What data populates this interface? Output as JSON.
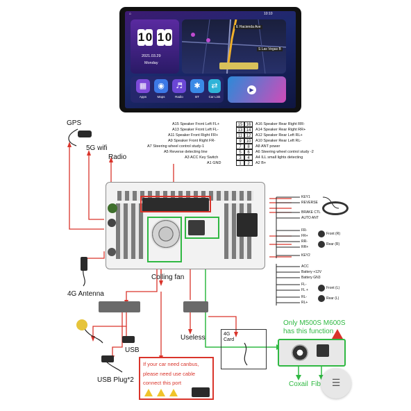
{
  "tablet": {
    "clock": {
      "d1": "1",
      "d2": "0",
      "d3": "1",
      "d4": "0"
    },
    "date": "2021.03.29",
    "weekday": "Monday",
    "status_time": "10:10",
    "map_street_top": "E Hacienda Ave",
    "map_street_right": "S Las Vegas B",
    "apps": [
      {
        "label": "Apps",
        "icon": "apps-icon",
        "color": "#7d4ad8"
      },
      {
        "label": "Maps",
        "icon": "maps-icon",
        "color": "#3c78e6"
      },
      {
        "label": "Radio",
        "icon": "radio-icon",
        "color": "#6b47d6"
      },
      {
        "label": "BT",
        "icon": "bluetooth-icon",
        "color": "#3a8ae6"
      },
      {
        "label": "Car Link",
        "icon": "car-link-icon",
        "color": "#2fb3d8"
      }
    ]
  },
  "pinout": {
    "left": [
      {
        "text": "A15  Speaker Front Left FL+",
        "pin": "15"
      },
      {
        "text": "A13  Speaker Front Left FL-",
        "pin": "13"
      },
      {
        "text": "A11  Speaker Front Right FR+",
        "pin": "11"
      },
      {
        "text": "A9   Speaker Front Right FR-",
        "pin": "9"
      },
      {
        "text": "A7  Steering wheel control study-1",
        "pin": "7"
      },
      {
        "text": "A5   Reverse detecting line",
        "pin": "5"
      },
      {
        "text": "A3  ACC Key Switch",
        "pin": "3"
      },
      {
        "text": "A1  GND",
        "pin": "1"
      }
    ],
    "right": [
      {
        "text": "A16  Speaker Rear Right RR-",
        "pin": "16"
      },
      {
        "text": "A14  Speaker Rear Right RR+",
        "pin": "14"
      },
      {
        "text": "A12  Speaker Rear Left RL+",
        "pin": "12"
      },
      {
        "text": "A10  Speaker Rear Left RL-",
        "pin": "10"
      },
      {
        "text": "A8   ANT power",
        "pin": "8"
      },
      {
        "text": "A6   Steering wheel control study -2",
        "pin": "6"
      },
      {
        "text": "A4   ILL small lights detecting",
        "pin": "4"
      },
      {
        "text": "A2   B+",
        "pin": "2"
      }
    ]
  },
  "labels": {
    "gps": "GPS",
    "wifi": "5G wifi",
    "radio": "Radio",
    "antenna": "4G Antenna",
    "fan": "Colling fan",
    "useless": "Useless",
    "card_top": "4G",
    "card_bottom": "Card",
    "usb": "USB",
    "usb_plug": "USB Plug*2",
    "only_line1": "Only M500S M600S",
    "only_line2": "has this function",
    "coaxial": "Coxail",
    "fiber": "Fib"
  },
  "right_wires": {
    "top": [
      "KEY1",
      "REVERSE",
      "BRAKE CTL",
      "AUTO ANT",
      "FR-",
      "FR+",
      "RR-",
      "RR+",
      "KEY2"
    ],
    "front_right_tag": "Front (R)",
    "rear_right_tag": "Rear (R)",
    "bottom": [
      "ACC",
      "Battery +12V",
      "Battery GN3",
      "FL-",
      "FL +",
      "RL-",
      "RL+"
    ],
    "front_left_tag": "Front (L)",
    "rear_left_tag": "Rear (L)"
  },
  "canbus": {
    "line1": "If your car need canbus,",
    "line2": "please need use cable",
    "line3": "connect this port"
  },
  "colors": {
    "red": "#d9342b",
    "green": "#2fb842"
  }
}
